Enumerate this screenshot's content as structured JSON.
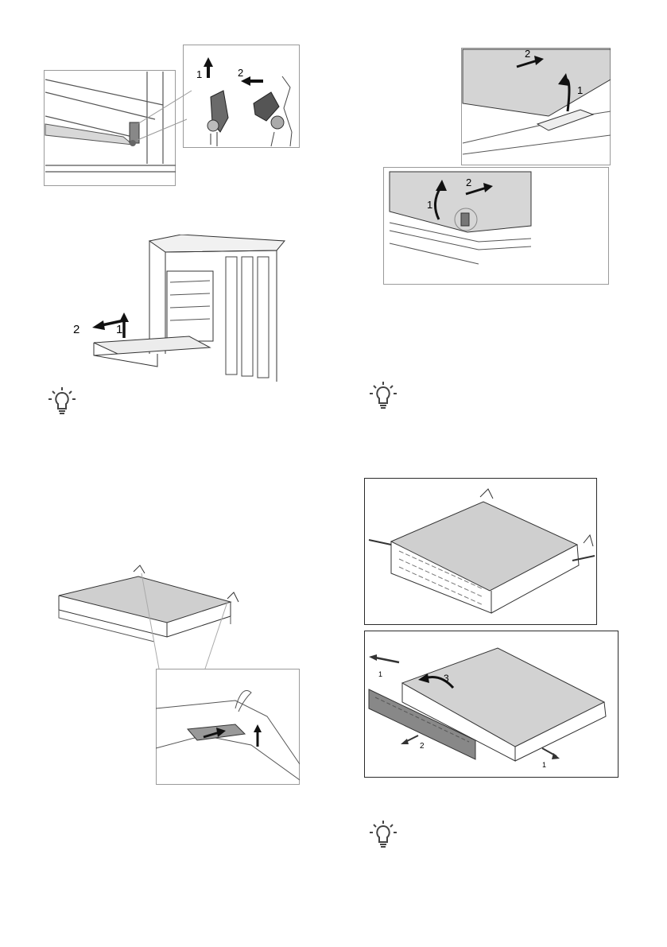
{
  "figures": {
    "door_hinge": {
      "step1": "1",
      "step2": "2"
    },
    "cooker_drawer": {
      "step1": "1",
      "step2": "2"
    },
    "panel_lift_top": {
      "step1": "1",
      "step2": "2"
    },
    "panel_lift_bottom": {
      "step1": "1",
      "step2": "2"
    },
    "drawer_remove": {
      "step1a": "1",
      "step1b": "1",
      "step2": "2",
      "step3": "3"
    }
  },
  "tip_icon": "lightbulb-tip-icon"
}
